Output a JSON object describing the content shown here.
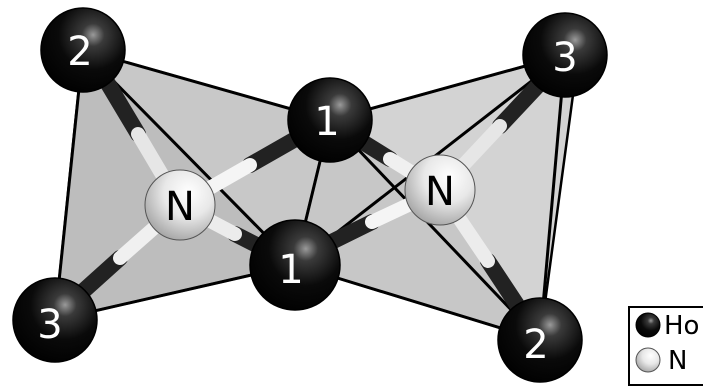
{
  "figure": {
    "atoms": {
      "ho_2_top_left": "2",
      "ho_3_top_right": "3",
      "ho_1_center_top": "1",
      "ho_1_center_bottom": "1",
      "ho_3_bottom_left": "3",
      "ho_2_bottom_right": "2",
      "n_left": "N",
      "n_right": "N"
    },
    "legend": {
      "ho_label": "Ho",
      "n_label": "N"
    },
    "colors": {
      "ho_atom": "#0a0a0a",
      "n_atom": "#e6e6e6",
      "polyhedron_dark": "#b9b9b9",
      "polyhedron_light": "#d6d6d6",
      "edge": "#000000"
    }
  }
}
